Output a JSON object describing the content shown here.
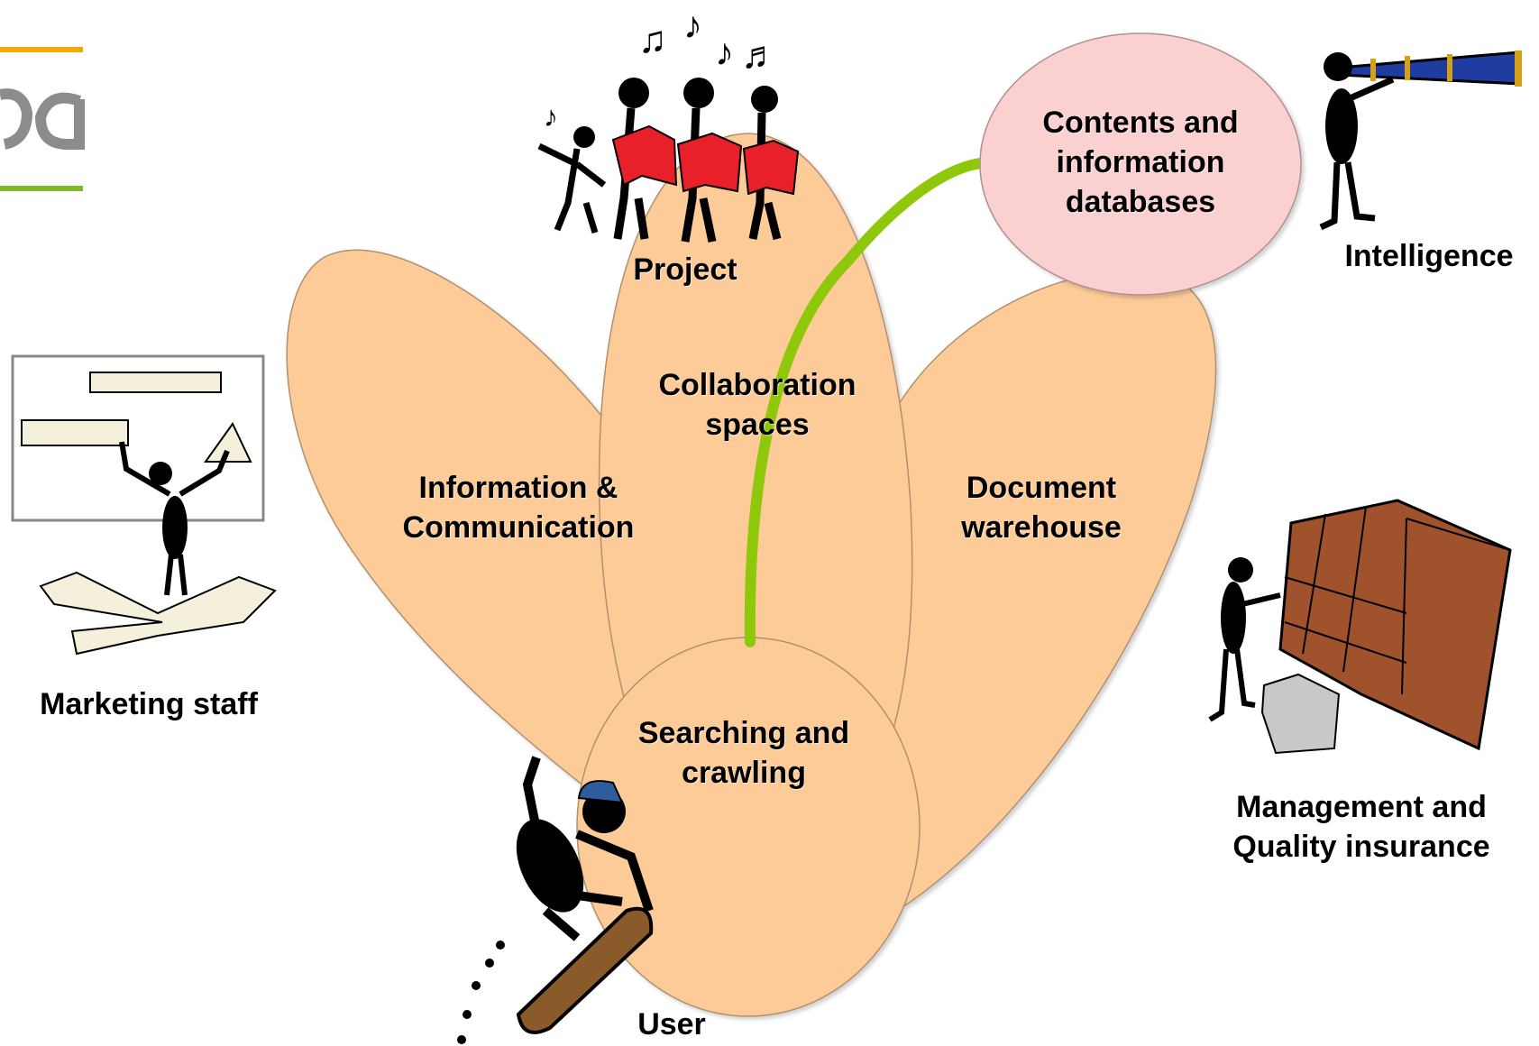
{
  "colors": {
    "petal": "#FCCB97",
    "petal_stroke": "#B09070",
    "database": "#FAD0D0",
    "connector": "#8FC80A",
    "logo_orange": "#F5A800",
    "logo_green": "#7DB928",
    "logo_gray": "#8C8C8C"
  },
  "petals": {
    "info": "Information &\nCommunication",
    "collab": "Collaboration\nspaces",
    "document": "Document\nwarehouse",
    "search": "Searching and\ncrawling"
  },
  "database": {
    "label": "Contents and\ninformation\ndatabases"
  },
  "actors": {
    "project": "Project",
    "intelligence": "Intelligence",
    "marketing": "Marketing staff",
    "management": "Management and\nQuality insurance",
    "user": "User"
  },
  "icons": {
    "logo": "logo-fragment",
    "project": "singing-group-icon",
    "intelligence": "telescope-person-icon",
    "marketing": "presenter-board-icon",
    "management": "filing-cabinet-person-icon",
    "user": "surfer-person-icon"
  }
}
